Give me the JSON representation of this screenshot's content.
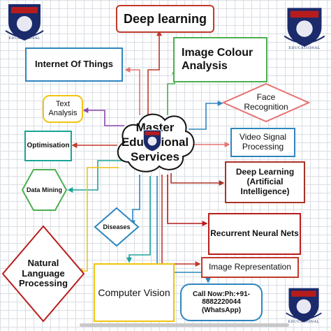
{
  "center": {
    "line1": "Master",
    "line2": "Educational",
    "line3": "Services"
  },
  "nodes": {
    "deep_learning_top": "Deep learning",
    "internet_of_things": "Internet Of Things",
    "image_colour_analysis": "Image Colour Analysis",
    "text_analysis": "Text Analysis",
    "face_recognition": "Face Recognition",
    "optimisation": "Optimisation",
    "video_signal_processing": "Video Signal Processing",
    "deep_learning_ai": "Deep Learning (Artificial Intelligence)",
    "data_mining": "Data Mining",
    "diseases": "Diseases",
    "recurrent_neural_nets": "Recurrent Neural Nets",
    "natural_language_processing": "Natural Language Processing",
    "image_representation": "Image Representation",
    "computer_vision": "Computer Vision",
    "call": "Call Now:Ph:+91-8882220044 (WhatsApp)"
  },
  "emblem": {
    "motto": "EDUCATIONAL"
  },
  "colors": {
    "red": "#c0392b",
    "green": "#4caf50",
    "blue": "#2e86c1",
    "teal": "#1aa39a",
    "purple": "#8e44ad",
    "salmon": "#e57373",
    "gold": "#f1c40f",
    "darkred": "#a93226",
    "navy": "#1b2a6b",
    "crimson": "#b71c1c"
  }
}
